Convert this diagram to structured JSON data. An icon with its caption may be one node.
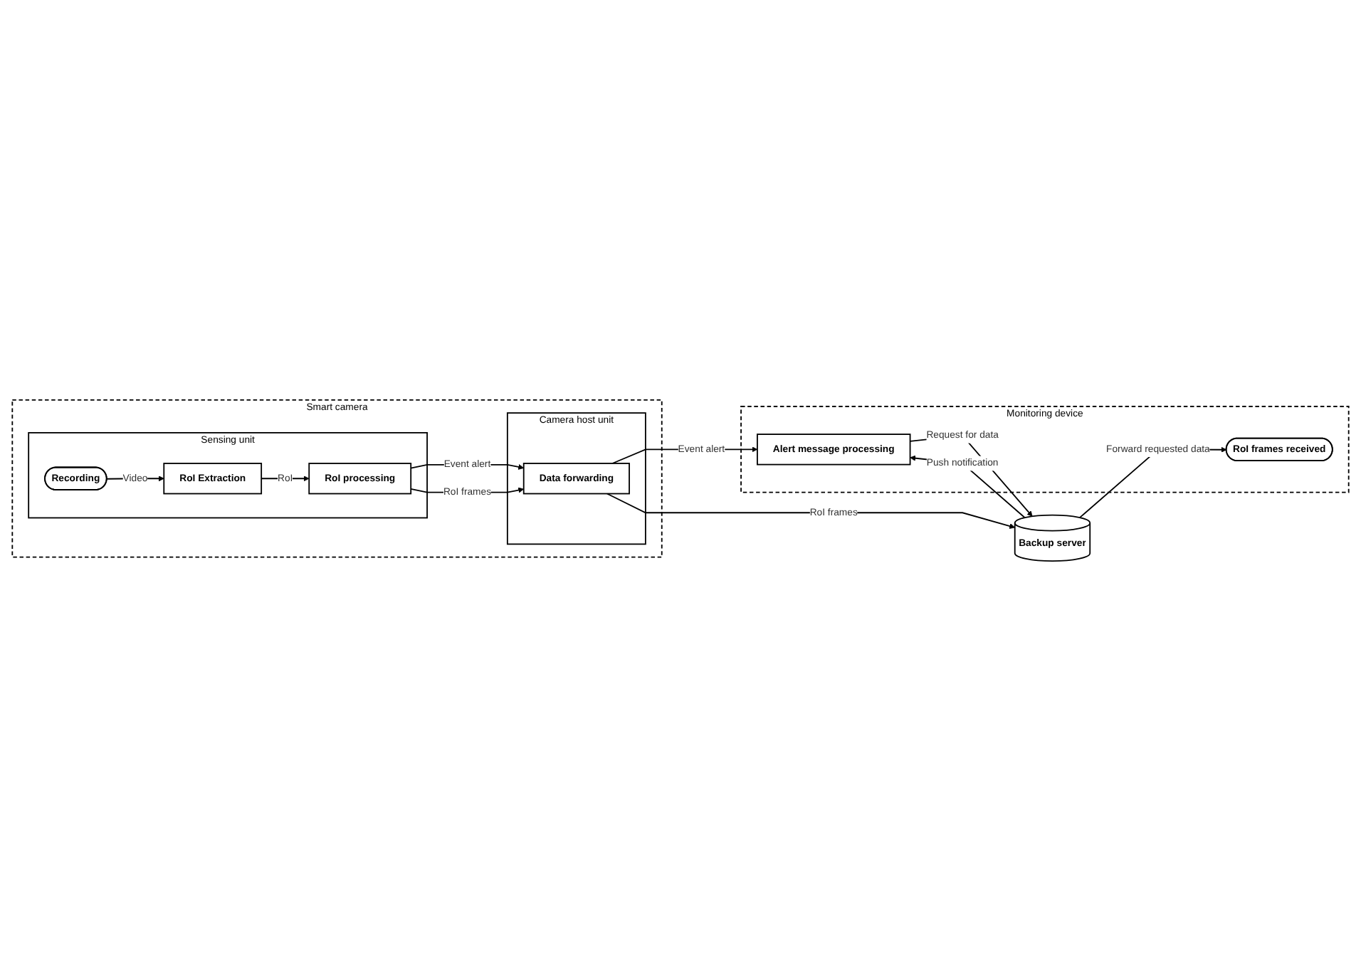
{
  "diagram": {
    "nodes": [
      {
        "text": [
          "Smart camera"
        ]
      },
      {
        "text": [
          "Sensing unit"
        ],
        "in": 0
      },
      {
        "text": [
          "RoI Extraction"
        ],
        "in": 1
      },
      {
        "text": [
          "RoI processing"
        ],
        "in": 1
      },
      {
        "text": [
          "Recording"
        ],
        "in": 1
      },
      {
        "text": [
          "Camera host unit"
        ],
        "in": 0
      },
      {
        "text": [
          "Data forwarding"
        ],
        "in": 5
      },
      {
        "text": [
          "Monitoring device"
        ]
      },
      {
        "text": [
          "Alert message processing"
        ],
        "in": 7
      },
      {
        "text": [
          "RoI frames received"
        ],
        "in": 7
      },
      {
        "text": [
          "Backup server"
        ]
      }
    ],
    "edges": [
      {
        "from": 2,
        "to": 3,
        "arrow": "to",
        "label": "RoI"
      },
      {
        "from": 4,
        "to": 2,
        "arrow": "to",
        "label": "Video"
      },
      {
        "from": 3,
        "to": 6,
        "arrow": "to",
        "label": "Event alert"
      },
      {
        "from": 3,
        "to": 6,
        "arrow": "to",
        "label": "RoI frames"
      },
      {
        "from": 6,
        "to": 8,
        "arrow": "to",
        "label": "Event alert"
      },
      {
        "from": 6,
        "to": 10,
        "arrow": "to",
        "label": "RoI frames"
      },
      {
        "from": 10,
        "to": 8,
        "arrow": "to",
        "label": "Push notification"
      },
      {
        "from": 10,
        "to": 9,
        "arrow": "to",
        "label": "Forward requested data"
      },
      {
        "from": 8,
        "to": 10,
        "arrow": "to",
        "label": "Request for data"
      }
    ]
  }
}
